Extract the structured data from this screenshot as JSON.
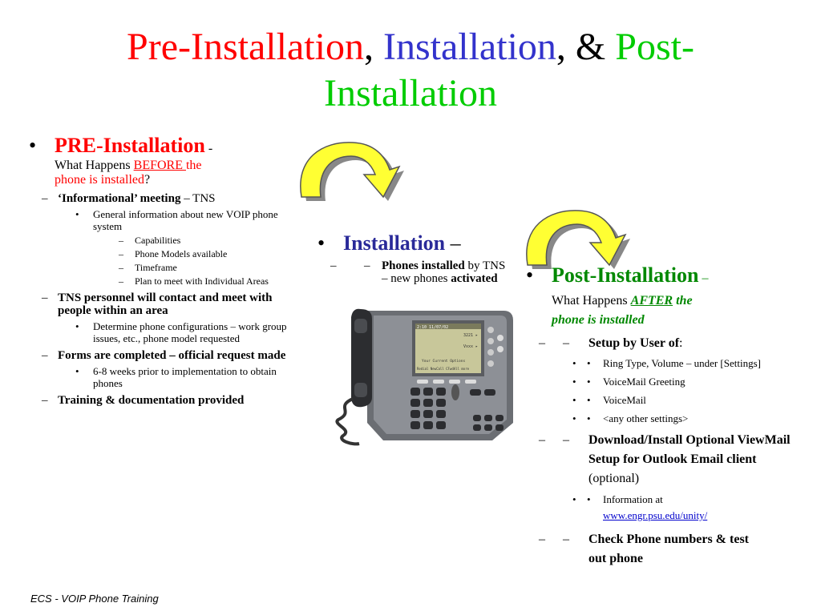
{
  "title": {
    "part1": "Pre-Installation",
    "sep1": ",",
    "part2": "Installation",
    "sep2": ", &",
    "part3": "Post-",
    "part3b": "Installation"
  },
  "pre": {
    "heading": "PRE-Installation",
    "dash": " -",
    "line1": "What Happens ",
    "before": "BEFORE ",
    "the": "the",
    "line2": "phone is installed",
    "q": "?",
    "items": [
      {
        "label_bold": "‘Informational’ meeting",
        "label_rest": " – TNS",
        "subs": [
          {
            "text": "General information about new VOIP phone system",
            "subs": [
              "Capabilities",
              "Phone Models available",
              "Timeframe",
              "Plan to meet with Individual Areas"
            ]
          }
        ]
      },
      {
        "label_bold": "TNS personnel will contact and meet with people within an area",
        "subs": [
          {
            "text": "Determine phone configurations – work group issues, etc., phone model requested"
          }
        ]
      },
      {
        "label_bold": "Forms are completed – official request made",
        "subs": [
          {
            "text": "6-8 weeks prior to implementation to obtain phones"
          }
        ]
      },
      {
        "label_bold": "Training & documentation provided"
      }
    ]
  },
  "install": {
    "heading": "Installation",
    "dash": " –",
    "item_bold": "Phones installed",
    "item_rest": " by TNS – new phones ",
    "item_bold2": "activated"
  },
  "post": {
    "heading": "Post-Installation",
    "dash": " –",
    "line1": "What Happens ",
    "after": "AFTER",
    "the": " the",
    "line2": "phone is installed",
    "setup_bold": "Setup by User of",
    "setup_colon": ":",
    "setup_items": [
      "Ring Type, Volume – under [Settings]",
      "VoiceMail Greeting",
      "VoiceMail",
      "<any other settings>"
    ],
    "download_bold": "Download/Install Optional ViewMail Setup for Outlook Email client",
    "download_rest": " (optional)",
    "info_text": "Information at",
    "info_link": "www.engr.psu.edu/unity/",
    "check_bold": "Check Phone numbers & test out phone"
  },
  "footer": "ECS - VOIP Phone Training",
  "phone_screen": {
    "status": "2:10 11/07/02",
    "line1": "3221 ▸",
    "line2": "Vxxx ▸",
    "msg": "Your Current Options",
    "softkeys": "Redial  NewCall  CFwdAll  more"
  },
  "icons": [
    "curved-arrow-icon",
    "ip-phone-image"
  ],
  "colors": {
    "red": "#ff0000",
    "blue": "#3333cc",
    "green": "#00cc00",
    "arrow_fill": "#ffff33"
  }
}
